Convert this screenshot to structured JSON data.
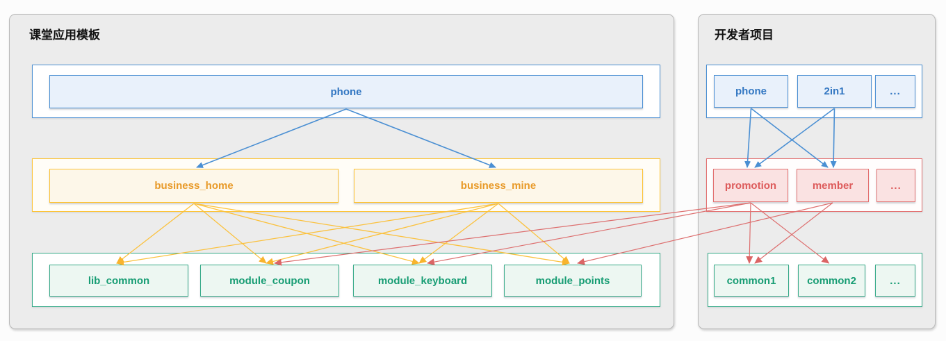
{
  "panels": {
    "left": {
      "title": "课堂应用模板",
      "tiers": {
        "app": {
          "items": [
            {
              "id": "phone",
              "label": "phone"
            }
          ]
        },
        "business": {
          "items": [
            {
              "id": "business_home",
              "label": "business_home"
            },
            {
              "id": "business_mine",
              "label": "business_mine"
            }
          ]
        },
        "modules": {
          "items": [
            {
              "id": "lib_common",
              "label": "lib_common"
            },
            {
              "id": "module_coupon",
              "label": "module_coupon"
            },
            {
              "id": "module_keyboard",
              "label": "module_keyboard"
            },
            {
              "id": "module_points",
              "label": "module_points"
            }
          ]
        }
      }
    },
    "right": {
      "title": "开发者项目",
      "tiers": {
        "app": {
          "items": [
            {
              "id": "phone",
              "label": "phone"
            },
            {
              "id": "2in1",
              "label": "2in1"
            },
            {
              "id": "more",
              "label": "..."
            }
          ]
        },
        "business": {
          "items": [
            {
              "id": "promotion",
              "label": "promotion"
            },
            {
              "id": "member",
              "label": "member"
            },
            {
              "id": "more",
              "label": "..."
            }
          ]
        },
        "modules": {
          "items": [
            {
              "id": "common1",
              "label": "common1"
            },
            {
              "id": "common2",
              "label": "common2"
            },
            {
              "id": "more",
              "label": "..."
            }
          ]
        }
      }
    }
  },
  "colors": {
    "blue": "#4a8fd3",
    "yellow": "#fbc13d",
    "red": "#dd6f6f",
    "green": "#34a987",
    "panel_bg": "#ececec"
  },
  "edges": [
    {
      "from": "left-phone",
      "to": "left-business_home",
      "color": "blue",
      "tdx": 4
    },
    {
      "from": "left-phone",
      "to": "left-business_mine",
      "color": "blue",
      "tdx": -4
    },
    {
      "from": "right-phone",
      "to": "right-promotion",
      "color": "blue",
      "tdx": -5
    },
    {
      "from": "right-phone",
      "to": "right-member",
      "color": "blue",
      "tdx": -7
    },
    {
      "from": "right-2in1",
      "to": "right-promotion",
      "color": "blue",
      "tdx": 6
    },
    {
      "from": "right-2in1",
      "to": "right-member",
      "color": "blue",
      "tdx": 1
    },
    {
      "from": "left-business_home",
      "to": "left-lib_common",
      "color": "yellow",
      "tdx": -3
    },
    {
      "from": "left-business_home",
      "to": "left-module_coupon",
      "color": "yellow",
      "tdx": -5
    },
    {
      "from": "left-business_home",
      "to": "left-module_keyboard",
      "color": "yellow",
      "tdx": -5
    },
    {
      "from": "left-business_home",
      "to": "left-module_points",
      "color": "yellow",
      "tdx": -5
    },
    {
      "from": "left-business_mine",
      "to": "left-lib_common",
      "color": "yellow",
      "tdx": -3
    },
    {
      "from": "left-business_mine",
      "to": "left-module_coupon",
      "color": "yellow",
      "tdx": -5
    },
    {
      "from": "left-business_mine",
      "to": "left-module_keyboard",
      "color": "yellow",
      "tdx": -5
    },
    {
      "from": "left-business_mine",
      "to": "left-module_points",
      "color": "yellow",
      "tdx": -5
    },
    {
      "from": "right-promotion",
      "to": "right-common1",
      "color": "red",
      "tdx": -3
    },
    {
      "from": "right-promotion",
      "to": "right-common2",
      "color": "red",
      "tdx": -4
    },
    {
      "from": "right-member",
      "to": "right-common1",
      "color": "red",
      "tdx": 5
    },
    {
      "from": "right-promotion",
      "to": "left-module_coupon",
      "color": "red",
      "tdx": 7
    },
    {
      "from": "right-promotion",
      "to": "left-module_keyboard",
      "color": "red",
      "tdx": 7
    },
    {
      "from": "right-member",
      "to": "left-module_points",
      "color": "red",
      "tdx": 7
    }
  ]
}
